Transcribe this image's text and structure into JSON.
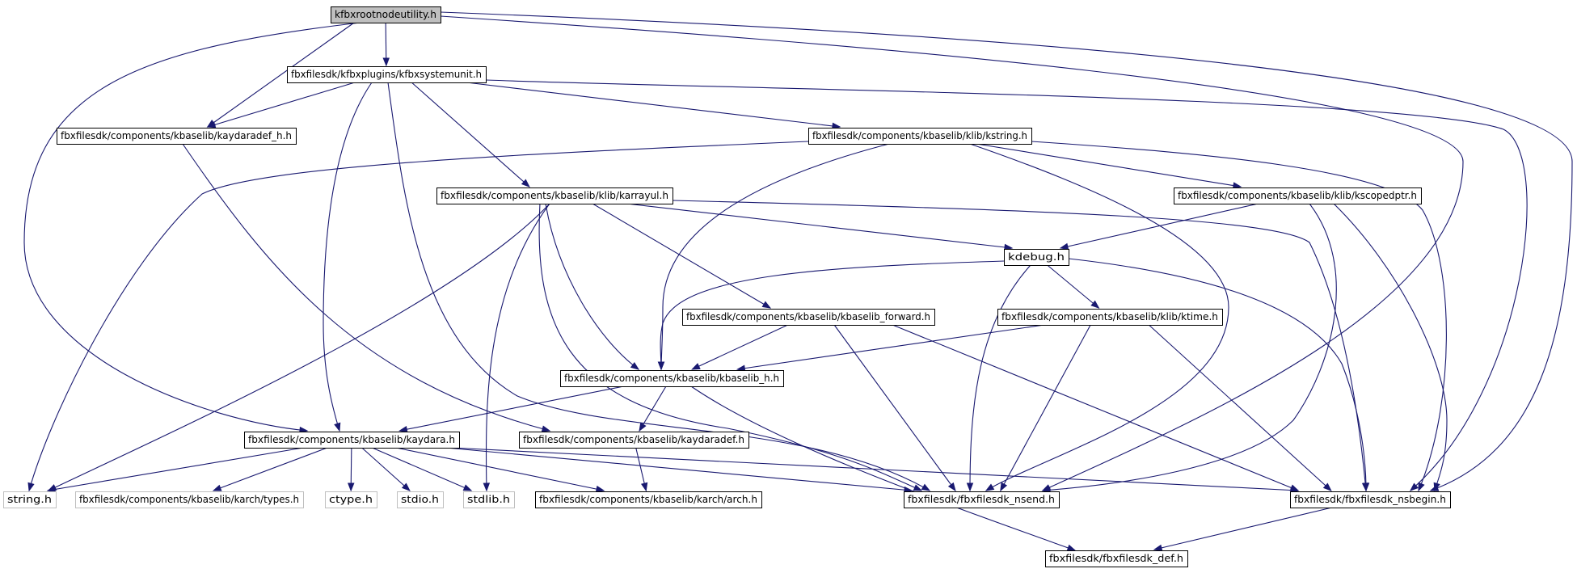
{
  "colors": {
    "edge": "#191970",
    "box_border": "#000000",
    "external_border": "#bfbfbf",
    "root_fill": "#bfbfbf",
    "background": "#ffffff"
  },
  "nodes": [
    {
      "id": "root",
      "label": "kfbxrootnodeutility.h",
      "kind": "root"
    },
    {
      "id": "kfbxsystemunit",
      "label": "fbxfilesdk/kfbxplugins/kfbxsystemunit.h",
      "kind": "normal"
    },
    {
      "id": "kaydaradef_h",
      "label": "fbxfilesdk/components/kbaselib/kaydaradef_h.h",
      "kind": "normal"
    },
    {
      "id": "kstring",
      "label": "fbxfilesdk/components/kbaselib/klib/kstring.h",
      "kind": "normal"
    },
    {
      "id": "karrayul",
      "label": "fbxfilesdk/components/kbaselib/klib/karrayul.h",
      "kind": "normal"
    },
    {
      "id": "kscopedptr",
      "label": "fbxfilesdk/components/kbaselib/klib/kscopedptr.h",
      "kind": "normal"
    },
    {
      "id": "kdebug",
      "label": "kdebug.h",
      "kind": "normal"
    },
    {
      "id": "kbaselib_forward",
      "label": "fbxfilesdk/components/kbaselib/kbaselib_forward.h",
      "kind": "normal"
    },
    {
      "id": "ktime",
      "label": "fbxfilesdk/components/kbaselib/klib/ktime.h",
      "kind": "normal"
    },
    {
      "id": "kbaselib_h",
      "label": "fbxfilesdk/components/kbaselib/kbaselib_h.h",
      "kind": "normal"
    },
    {
      "id": "kaydara",
      "label": "fbxfilesdk/components/kbaselib/kaydara.h",
      "kind": "normal"
    },
    {
      "id": "kaydaradef",
      "label": "fbxfilesdk/components/kbaselib/kaydaradef.h",
      "kind": "normal"
    },
    {
      "id": "string",
      "label": "string.h",
      "kind": "ext"
    },
    {
      "id": "types",
      "label": "fbxfilesdk/components/kbaselib/karch/types.h",
      "kind": "ext"
    },
    {
      "id": "ctype",
      "label": "ctype.h",
      "kind": "ext"
    },
    {
      "id": "stdio",
      "label": "stdio.h",
      "kind": "ext"
    },
    {
      "id": "stdlib",
      "label": "stdlib.h",
      "kind": "ext"
    },
    {
      "id": "arch",
      "label": "fbxfilesdk/components/kbaselib/karch/arch.h",
      "kind": "normal"
    },
    {
      "id": "nsend",
      "label": "fbxfilesdk/fbxfilesdk_nsend.h",
      "kind": "normal"
    },
    {
      "id": "nsbegin",
      "label": "fbxfilesdk/fbxfilesdk_nsbegin.h",
      "kind": "normal"
    },
    {
      "id": "def",
      "label": "fbxfilesdk/fbxfilesdk_def.h",
      "kind": "normal"
    }
  ],
  "edges": [
    {
      "from": "root",
      "to": "kfbxsystemunit"
    },
    {
      "from": "root",
      "to": "kaydaradef_h"
    },
    {
      "from": "root",
      "to": "kaydara"
    },
    {
      "from": "root",
      "to": "nsend"
    },
    {
      "from": "root",
      "to": "nsbegin"
    },
    {
      "from": "kfbxsystemunit",
      "to": "kaydaradef_h"
    },
    {
      "from": "kfbxsystemunit",
      "to": "kstring"
    },
    {
      "from": "kfbxsystemunit",
      "to": "karrayul"
    },
    {
      "from": "kfbxsystemunit",
      "to": "kaydara"
    },
    {
      "from": "kfbxsystemunit",
      "to": "nsend"
    },
    {
      "from": "kfbxsystemunit",
      "to": "nsbegin"
    },
    {
      "from": "kaydaradef_h",
      "to": "kaydaradef"
    },
    {
      "from": "kstring",
      "to": "string"
    },
    {
      "from": "kstring",
      "to": "kscopedptr"
    },
    {
      "from": "kstring",
      "to": "kbaselib_h"
    },
    {
      "from": "kstring",
      "to": "nsend"
    },
    {
      "from": "kstring",
      "to": "nsbegin"
    },
    {
      "from": "karrayul",
      "to": "kdebug"
    },
    {
      "from": "karrayul",
      "to": "kbaselib_forward"
    },
    {
      "from": "karrayul",
      "to": "kbaselib_h"
    },
    {
      "from": "karrayul",
      "to": "string"
    },
    {
      "from": "karrayul",
      "to": "stdlib"
    },
    {
      "from": "karrayul",
      "to": "nsend"
    },
    {
      "from": "karrayul",
      "to": "nsbegin"
    },
    {
      "from": "kscopedptr",
      "to": "kdebug"
    },
    {
      "from": "kscopedptr",
      "to": "nsend"
    },
    {
      "from": "kscopedptr",
      "to": "nsbegin"
    },
    {
      "from": "kdebug",
      "to": "kbaselib_h"
    },
    {
      "from": "kdebug",
      "to": "ktime"
    },
    {
      "from": "kdebug",
      "to": "nsend"
    },
    {
      "from": "kdebug",
      "to": "nsbegin"
    },
    {
      "from": "kbaselib_forward",
      "to": "kbaselib_h"
    },
    {
      "from": "kbaselib_forward",
      "to": "nsend"
    },
    {
      "from": "kbaselib_forward",
      "to": "nsbegin"
    },
    {
      "from": "ktime",
      "to": "kbaselib_h"
    },
    {
      "from": "ktime",
      "to": "nsend"
    },
    {
      "from": "ktime",
      "to": "nsbegin"
    },
    {
      "from": "kbaselib_h",
      "to": "kaydara"
    },
    {
      "from": "kbaselib_h",
      "to": "kaydaradef"
    },
    {
      "from": "kbaselib_h",
      "to": "def"
    },
    {
      "from": "kaydara",
      "to": "string"
    },
    {
      "from": "kaydara",
      "to": "types"
    },
    {
      "from": "kaydara",
      "to": "ctype"
    },
    {
      "from": "kaydara",
      "to": "stdio"
    },
    {
      "from": "kaydara",
      "to": "stdlib"
    },
    {
      "from": "kaydara",
      "to": "arch"
    },
    {
      "from": "kaydara",
      "to": "nsend"
    },
    {
      "from": "kaydara",
      "to": "nsbegin"
    },
    {
      "from": "kaydaradef",
      "to": "arch"
    },
    {
      "from": "nsbegin",
      "to": "def"
    }
  ]
}
